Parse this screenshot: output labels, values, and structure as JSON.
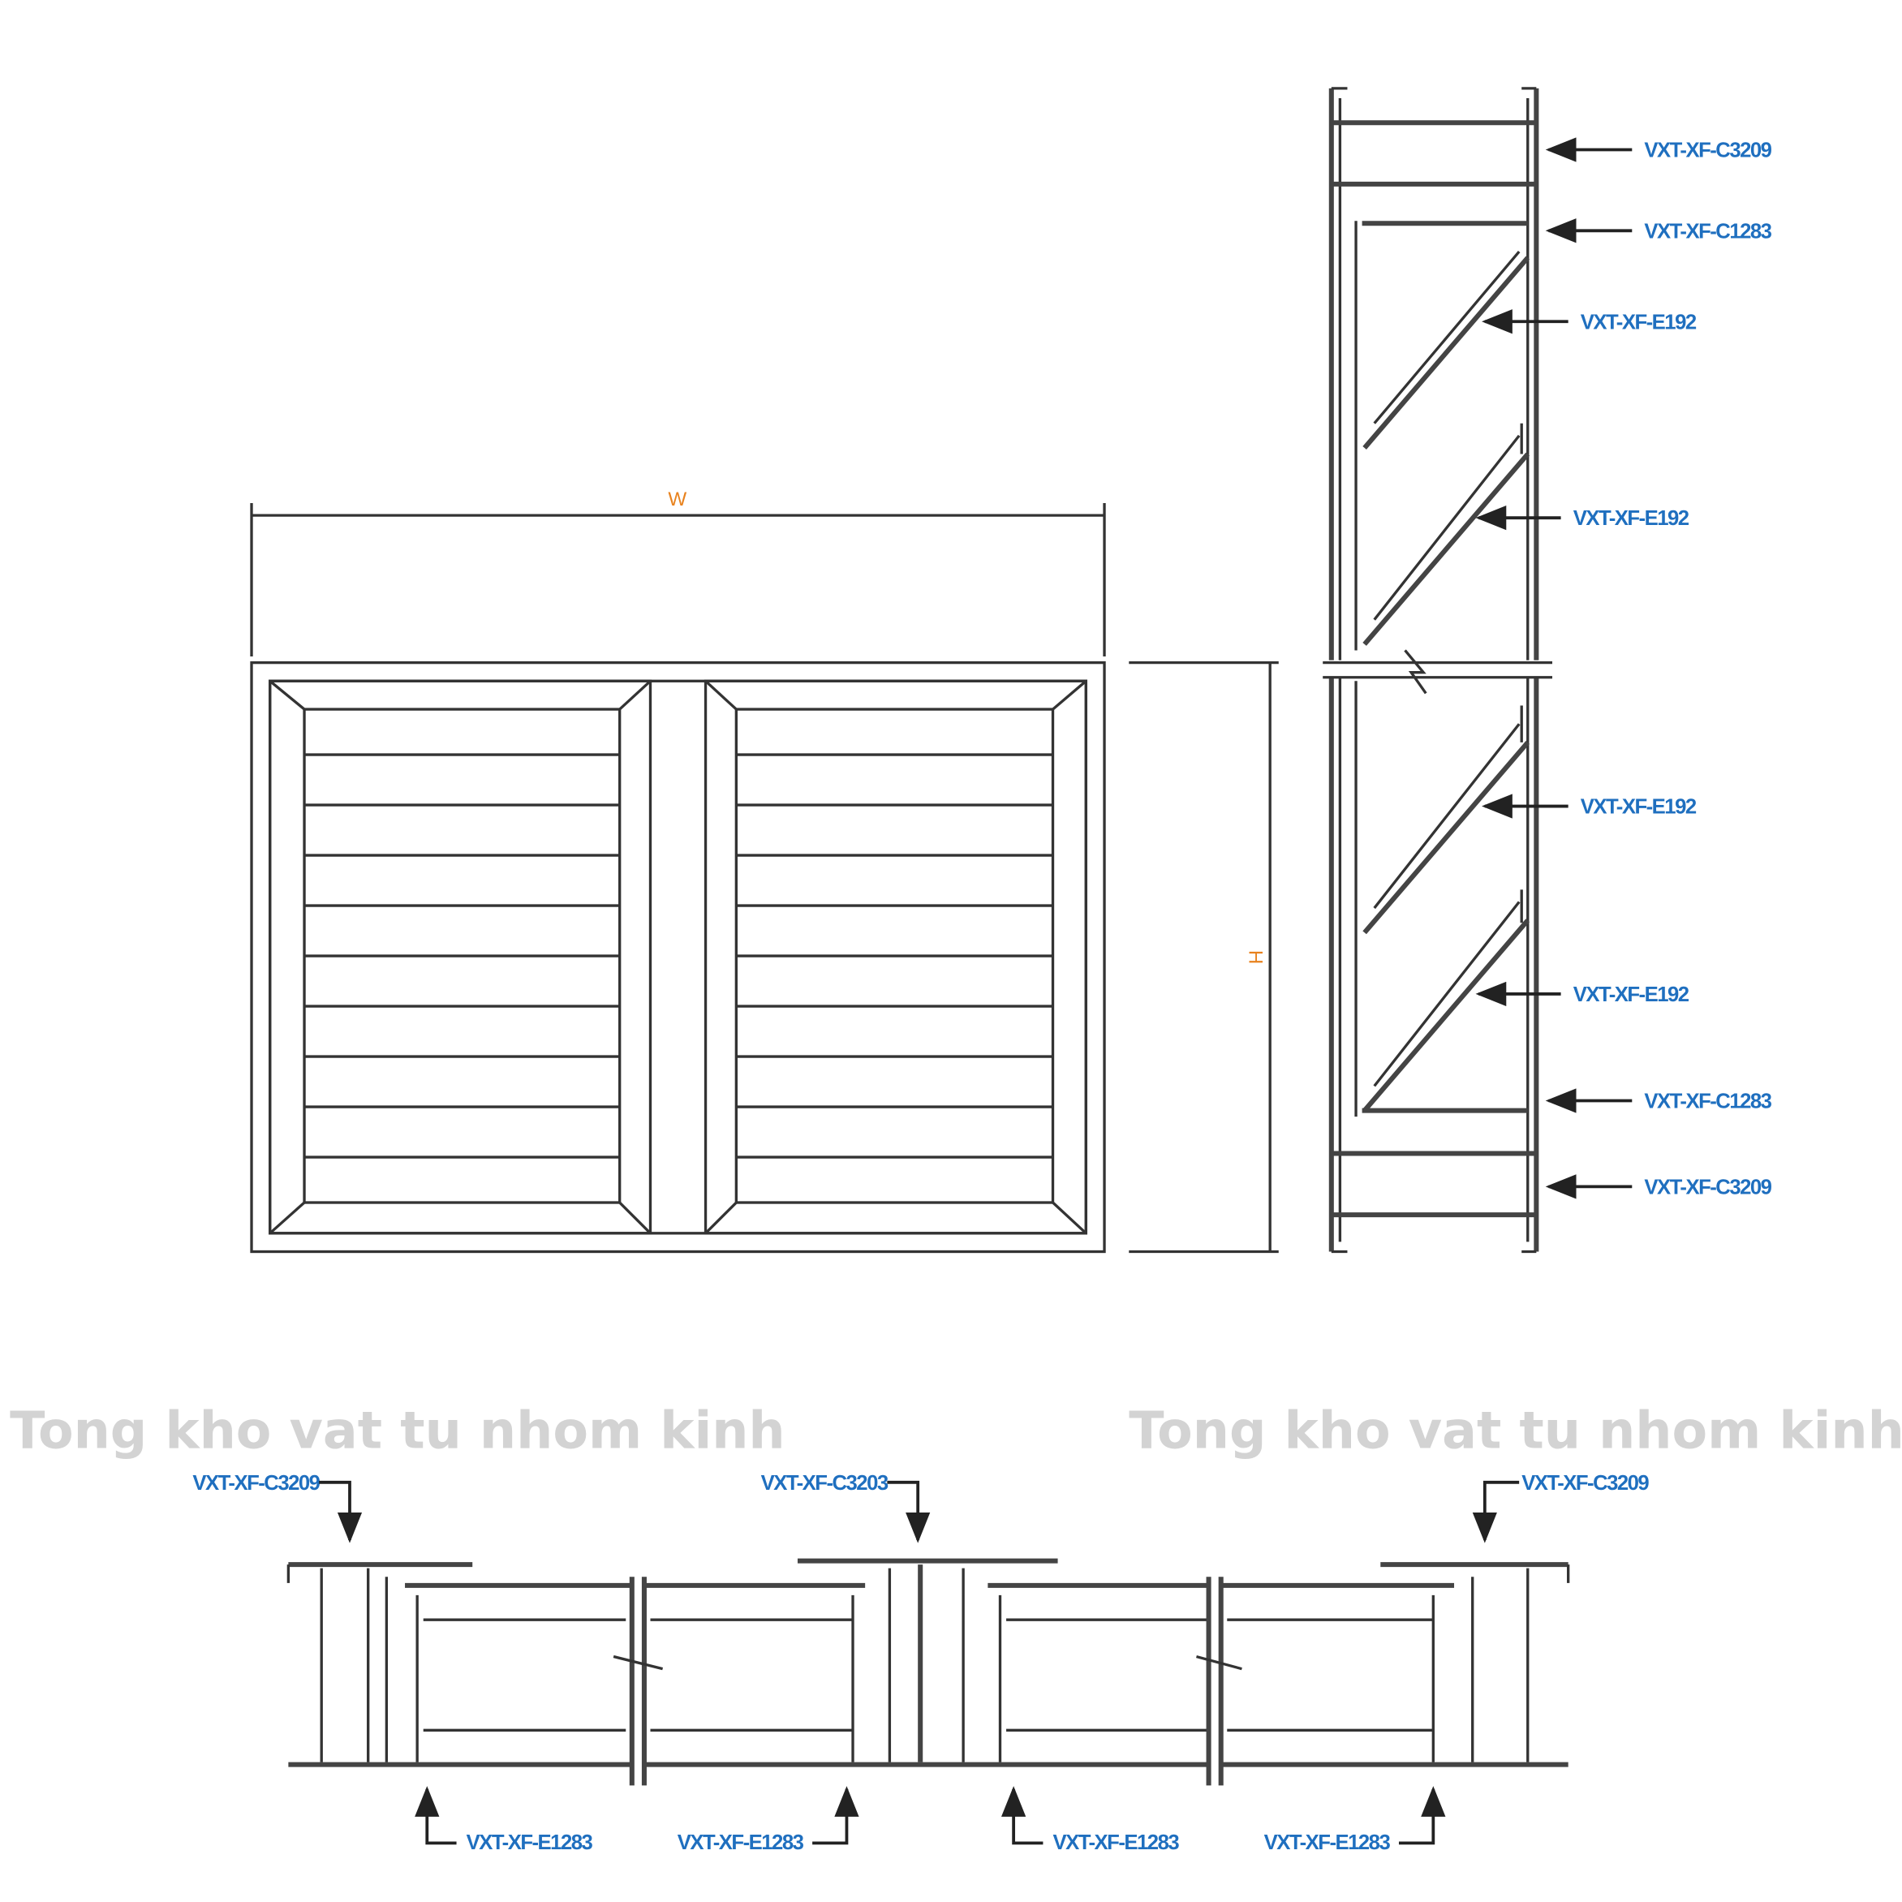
{
  "dimensions": {
    "width": "W",
    "height": "H"
  },
  "watermark": {
    "left": "Tong kho vat tu nhom kinh",
    "right": "Tong kho vat tu nhom kinh"
  },
  "side_section_labels": [
    "VXT-XF-C3209",
    "VXT-XF-C1283",
    "VXT-XF-E192",
    "VXT-XF-E192",
    "VXT-XF-E192",
    "VXT-XF-E192",
    "VXT-XF-C1283",
    "VXT-XF-C3209"
  ],
  "plan_top_labels": [
    "VXT-XF-C3209",
    "VXT-XF-C3203",
    "VXT-XF-C3209"
  ],
  "plan_bottom_labels": [
    "VXT-XF-E1283",
    "VXT-XF-E1283",
    "VXT-XF-E1283",
    "VXT-XF-E1283"
  ],
  "colors": {
    "label": "#1f6fbf",
    "dimension": "#e8821e",
    "watermark": "#d3d3d3",
    "lines": "#333333"
  }
}
